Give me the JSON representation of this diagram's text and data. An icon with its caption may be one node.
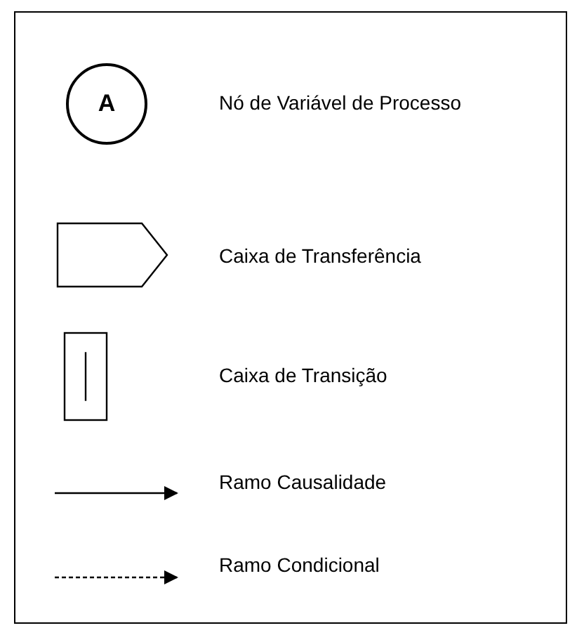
{
  "diagram": {
    "nodes": [
      {
        "text": [
          "A"
        ]
      },
      {
        "text": [],
        "shape": "pentagon"
      },
      {
        "text": [],
        "shape": "box"
      }
    ],
    "legend": [
      {
        "text": "Nó de Variável de Processo"
      },
      {
        "text": "Caixa de Transferência"
      },
      {
        "text": "Caixa de Transição"
      },
      {
        "text": "Ramo Causalidade"
      },
      {
        "text": "Ramo Condicional"
      }
    ]
  }
}
